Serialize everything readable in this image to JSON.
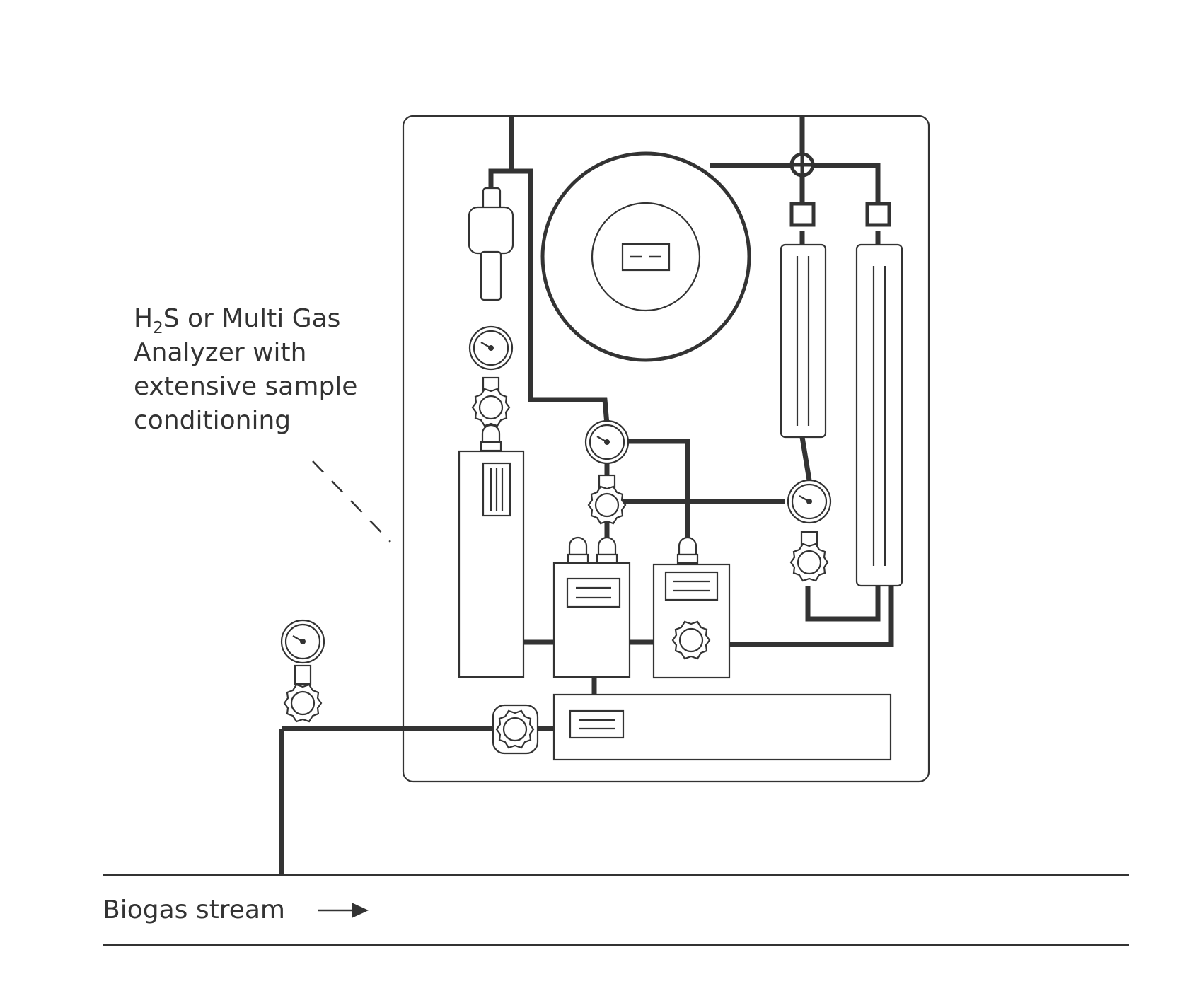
{
  "annotation": {
    "line1_prefix": "H",
    "line1_subscript": "2",
    "line1_suffix": "S or Multi Gas",
    "line2": "Analyzer with",
    "line3": "extensive sample",
    "line4": "conditioning"
  },
  "stream": {
    "label": "Biogas stream"
  },
  "colors": {
    "stroke": "#333333",
    "background": "#ffffff"
  }
}
